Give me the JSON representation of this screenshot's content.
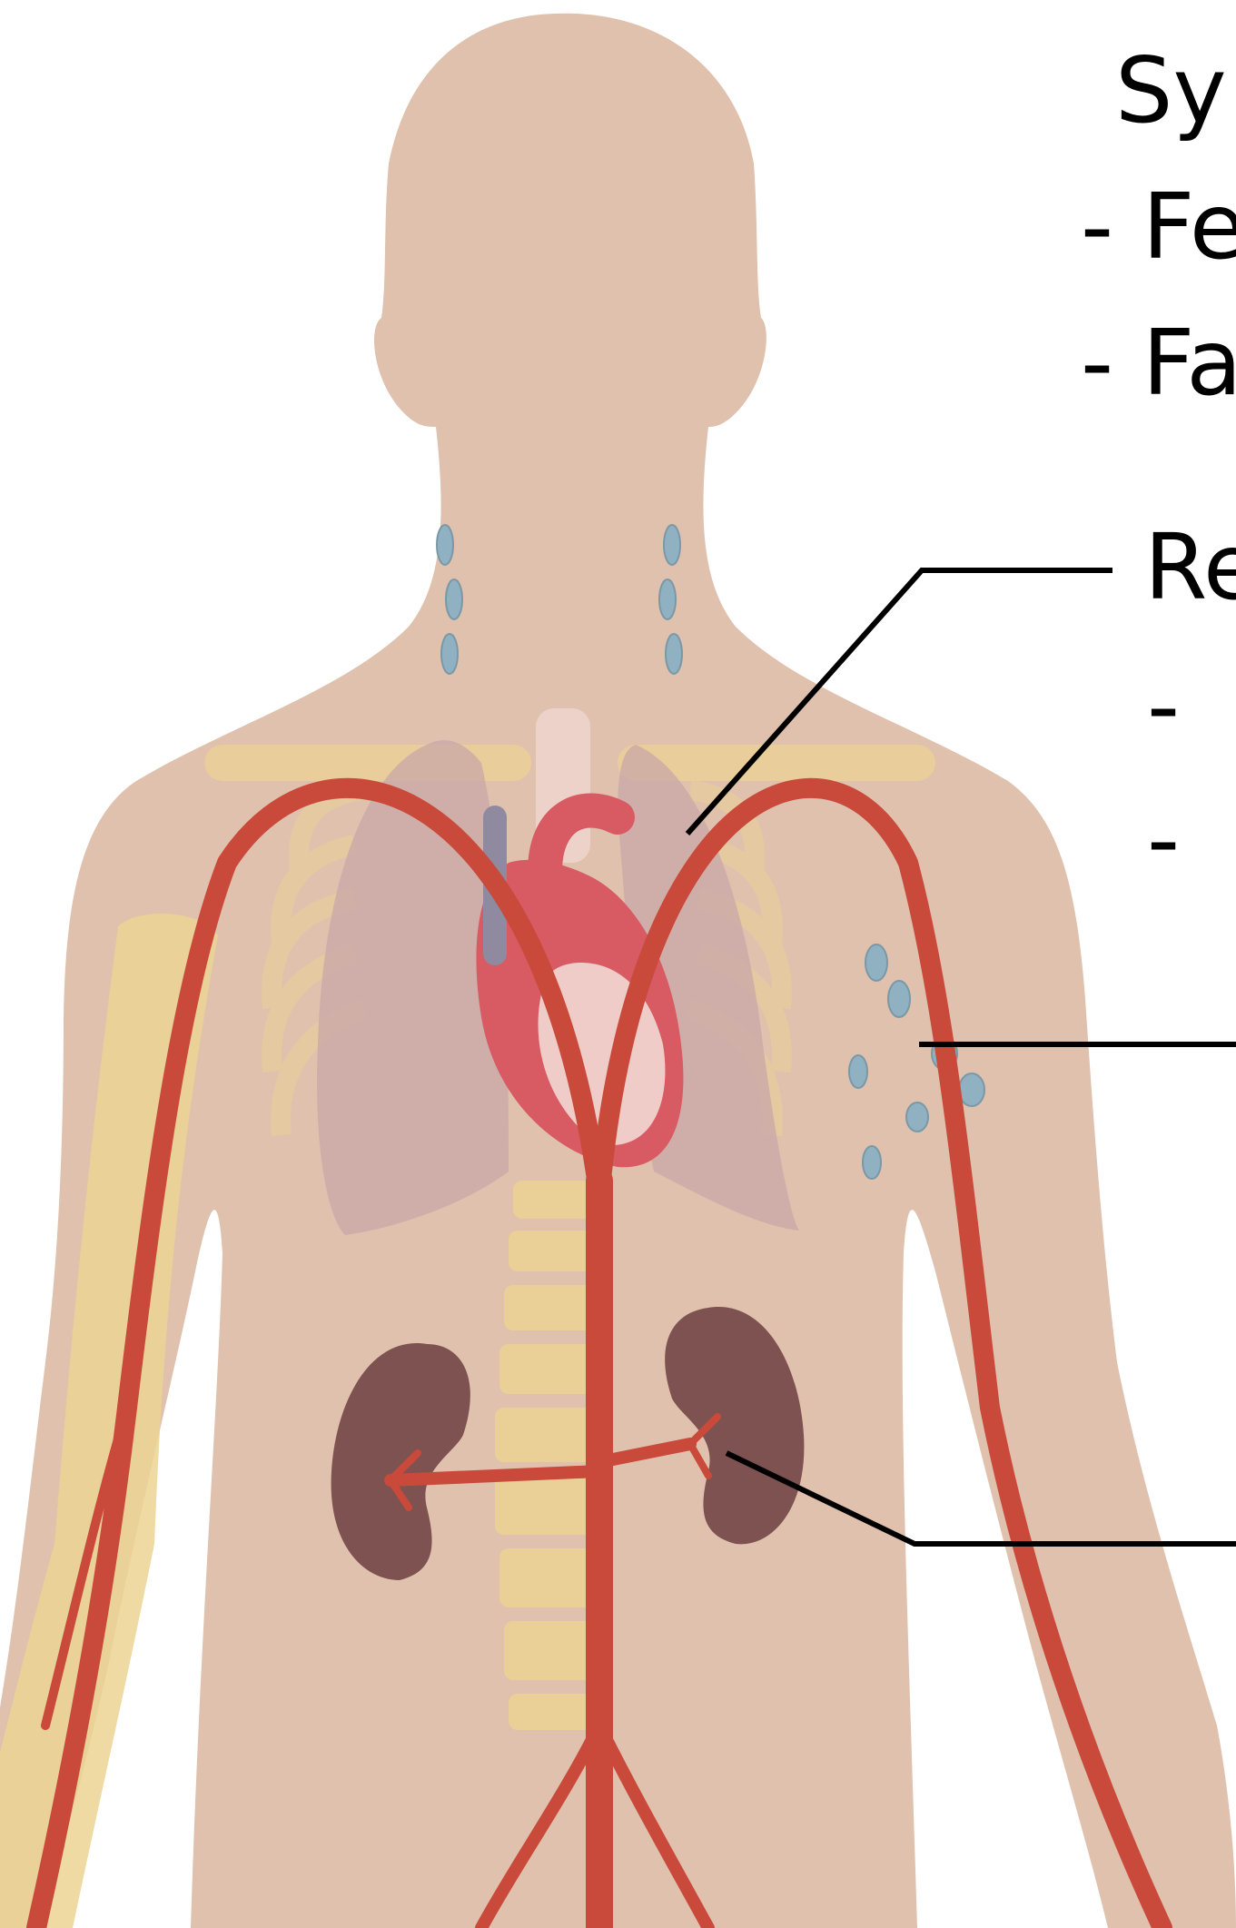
{
  "labels": {
    "systemic_title": "Sy",
    "systemic_item_1": "- Fe",
    "systemic_item_2": "- Fa",
    "respiratory_title": "Re",
    "respiratory_item_1": "-",
    "respiratory_item_2": "-"
  },
  "colors": {
    "background": "#ffffff",
    "skin": "#dfc1ae",
    "artery": "#c9493a",
    "bone": "#ecd393",
    "lung": "#c9a7a8",
    "heart": "#d85a63",
    "kidney": "#7d5250",
    "lymph": "#8fb1c1",
    "leader_line": "#000000"
  }
}
